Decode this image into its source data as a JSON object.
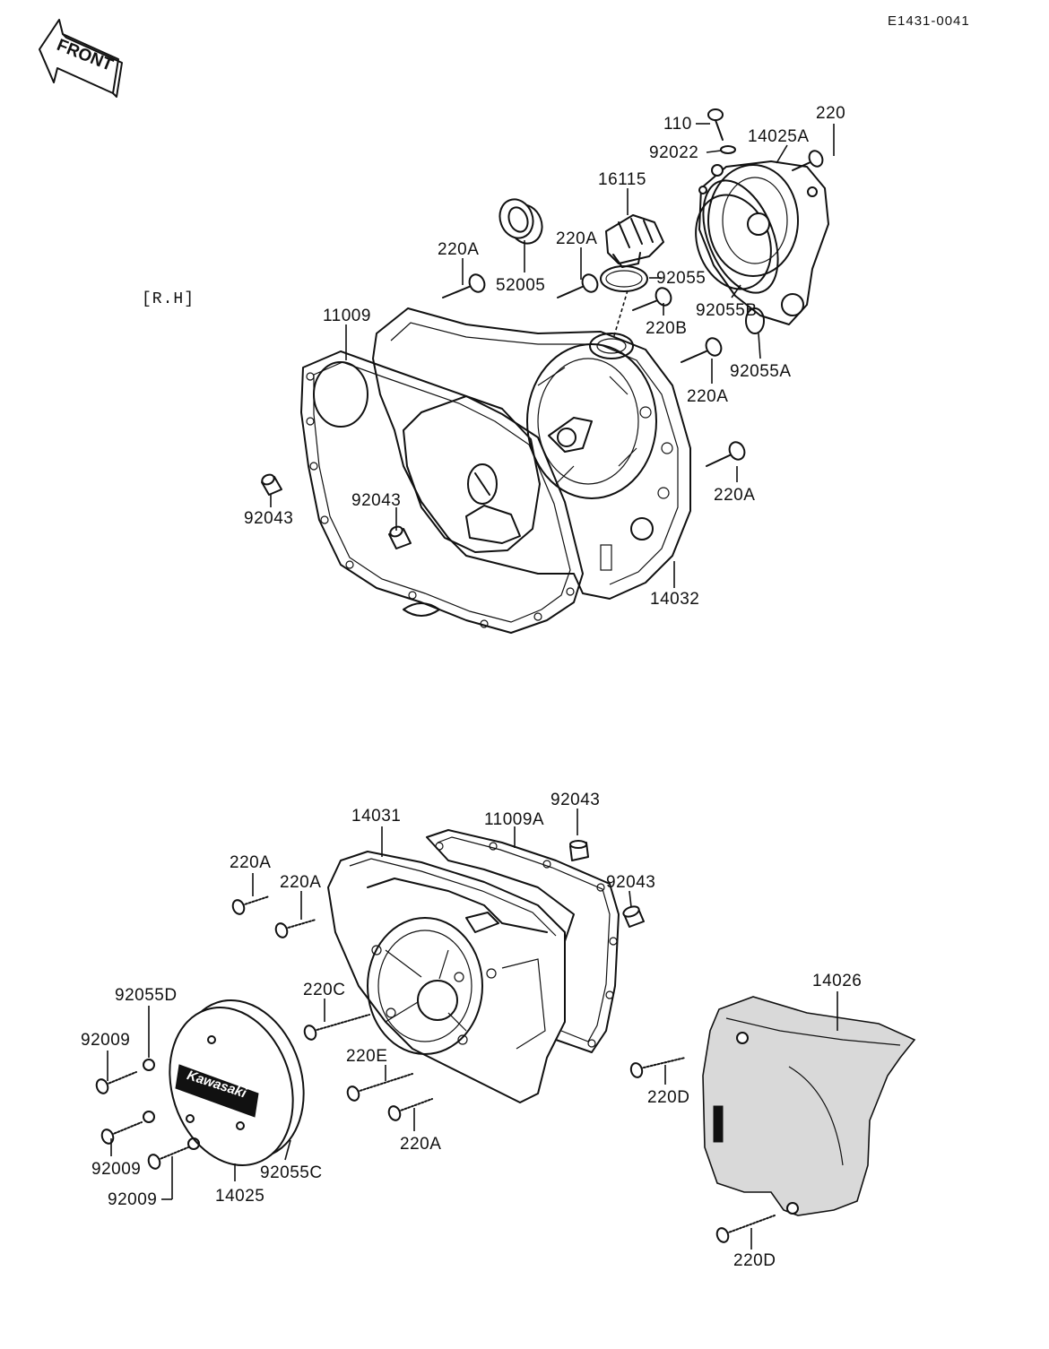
{
  "drawing_code": "E1431-0041",
  "front_arrow": "FRONT",
  "side_label": "[R.H]",
  "cover_logo": "Kawasaki",
  "labels": {
    "p110": "110",
    "p92022": "92022",
    "p14025A": "14025A",
    "p220_top": "220",
    "p16115": "16115",
    "p52005": "52005",
    "p220A_1": "220A",
    "p220A_2": "220A",
    "p92055": "92055",
    "p220B": "220B",
    "p92055B": "92055B",
    "p92055A": "92055A",
    "p11009": "11009",
    "p220A_3": "220A",
    "p220A_4": "220A",
    "p92043_1": "92043",
    "p92043_2": "92043",
    "p14032": "14032",
    "p14031": "14031",
    "p11009A": "11009A",
    "p92043_3": "92043",
    "p92043_4": "92043",
    "p220A_5": "220A",
    "p220A_6": "220A",
    "p14026": "14026",
    "p92055D": "92055D",
    "p220C": "220C",
    "p92009_1": "92009",
    "p220E": "220E",
    "p220D_1": "220D",
    "p220A_7": "220A",
    "p92009_2": "92009",
    "p92055C": "92055C",
    "p92009_3": "92009",
    "p14025": "14025",
    "p220D_2": "220D"
  }
}
